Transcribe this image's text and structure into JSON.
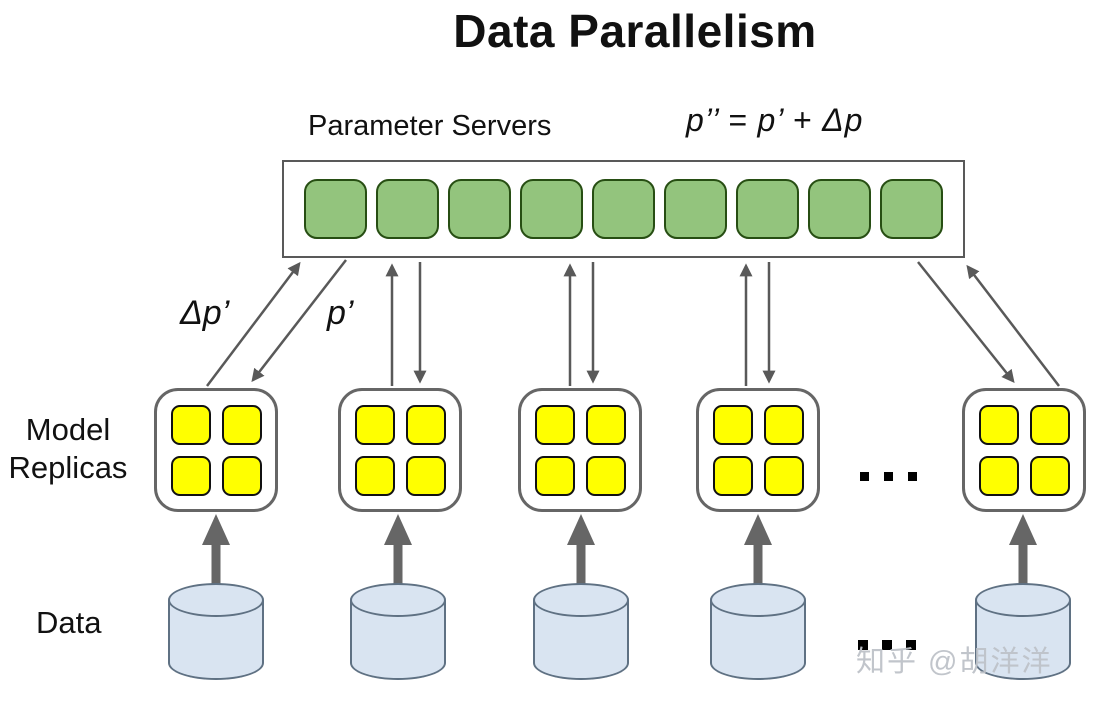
{
  "title": "Data Parallelism",
  "parameter_servers": {
    "label": "Parameter Servers",
    "formula": "p’’ = p’ + Δp",
    "shard_count": 9
  },
  "arrow_labels": {
    "gradient_up": "Δp’",
    "params_down": "p’"
  },
  "replicas": {
    "label": "Model\nReplicas",
    "count": 5,
    "cores_per_replica": 4
  },
  "data_row": {
    "label": "Data",
    "count": 5
  },
  "ellipsis": "...",
  "watermark": "知乎 @胡洋洋",
  "colors": {
    "server_shard_fill": "#93c47d",
    "server_shard_border": "#274e13",
    "replica_core_fill": "#ffff00",
    "replica_core_border": "#111111",
    "replica_box_border": "#666666",
    "server_box_border": "#595959",
    "data_cylinder_fill": "#d9e4f1",
    "data_cylinder_border": "#5f7183",
    "thin_arrow": "#595959",
    "thick_arrow": "#666666",
    "watermark_text": "#bec2c8"
  }
}
